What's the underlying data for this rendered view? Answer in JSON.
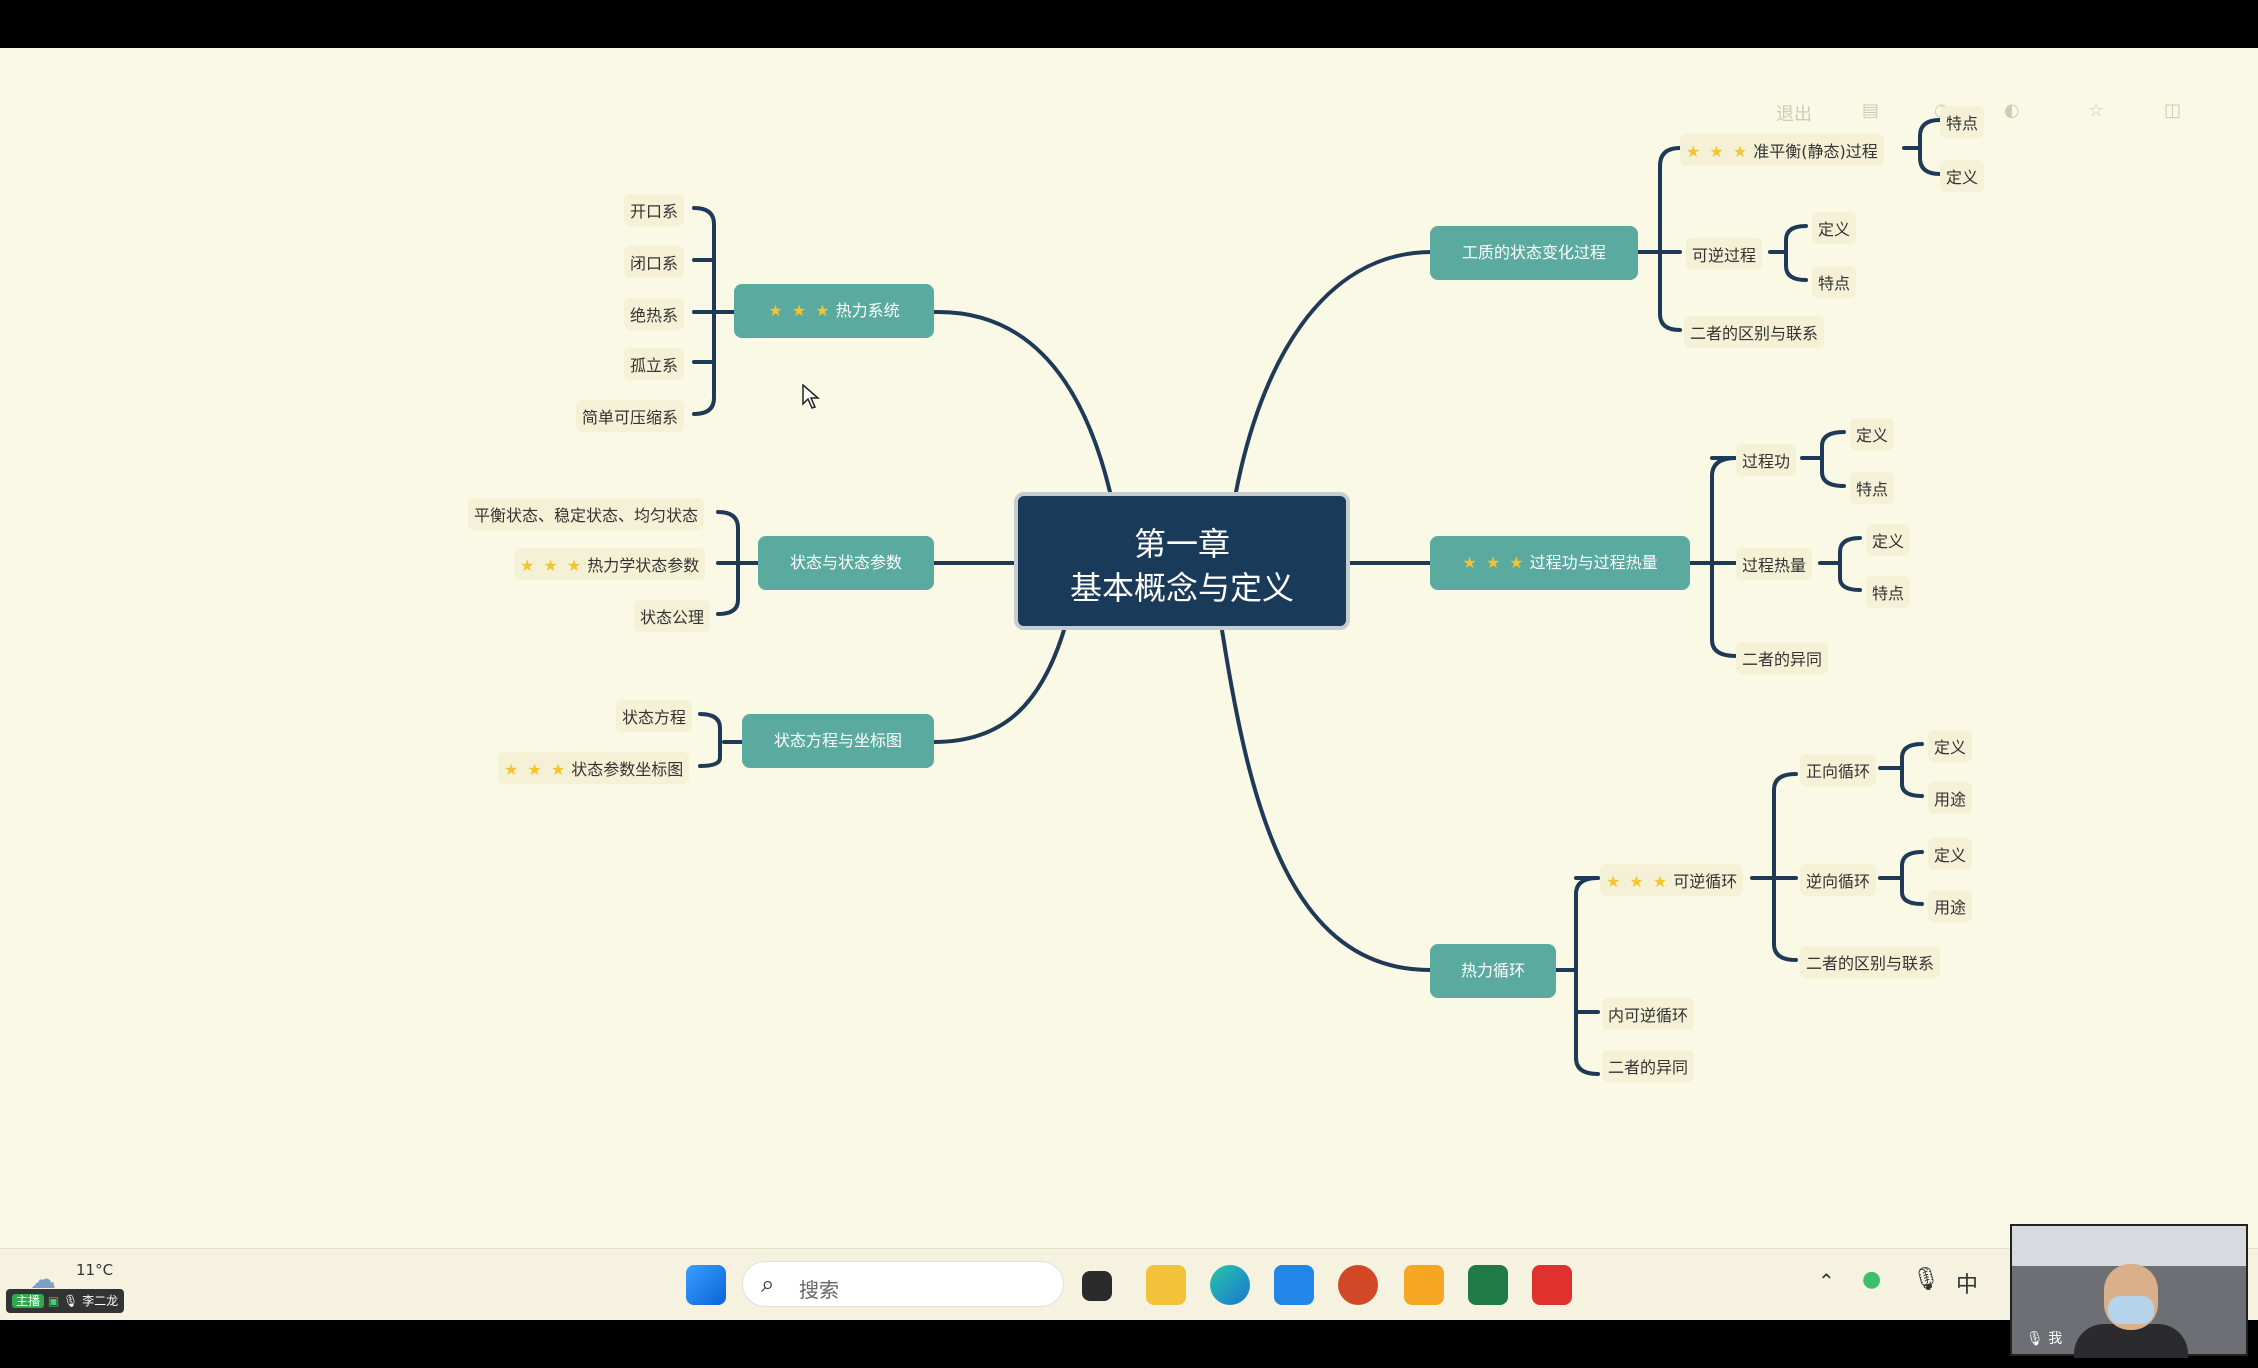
{
  "toolbar": {
    "exit_label": "退出"
  },
  "center": {
    "line1": "第一章",
    "line2": "基本概念与定义"
  },
  "stars": "★ ★ ★",
  "left": {
    "thermo_system": {
      "label": "热力系统",
      "children": [
        "开口系",
        "闭口系",
        "绝热系",
        "孤立系",
        "简单可压缩系"
      ]
    },
    "state_params": {
      "label": "状态与状态参数",
      "children": [
        "平衡状态、稳定状态、均匀状态",
        "热力学状态参数",
        "状态公理"
      ]
    },
    "state_equation": {
      "label": "状态方程与坐标图",
      "children": [
        "状态方程",
        "状态参数坐标图"
      ]
    }
  },
  "right": {
    "process": {
      "label": "工质的状态变化过程",
      "quasi": {
        "label": "准平衡(静态)过程",
        "children": [
          "特点",
          "定义"
        ]
      },
      "reversible": {
        "label": "可逆过程",
        "children": [
          "定义",
          "特点"
        ]
      },
      "relation": "二者的区别与联系"
    },
    "work_heat": {
      "label": "过程功与过程热量",
      "work": {
        "label": "过程功",
        "children": [
          "定义",
          "特点"
        ]
      },
      "heat": {
        "label": "过程热量",
        "children": [
          "定义",
          "特点"
        ]
      },
      "diff": "二者的异同"
    },
    "cycle": {
      "label": "热力循环",
      "reversible_cycle": "可逆循环",
      "forward": {
        "label": "正向循环",
        "children": [
          "定义",
          "用途"
        ]
      },
      "reverse": {
        "label": "逆向循环",
        "children": [
          "定义",
          "用途"
        ]
      },
      "relation": "二者的区别与联系",
      "internal": "内可逆循环",
      "diff": "二者的异同"
    }
  },
  "taskbar": {
    "weather_temp": "11°C",
    "search_placeholder": "搜索",
    "host_badge": "主播",
    "user_name": "李二龙",
    "ime": "中",
    "self_label": "我"
  }
}
